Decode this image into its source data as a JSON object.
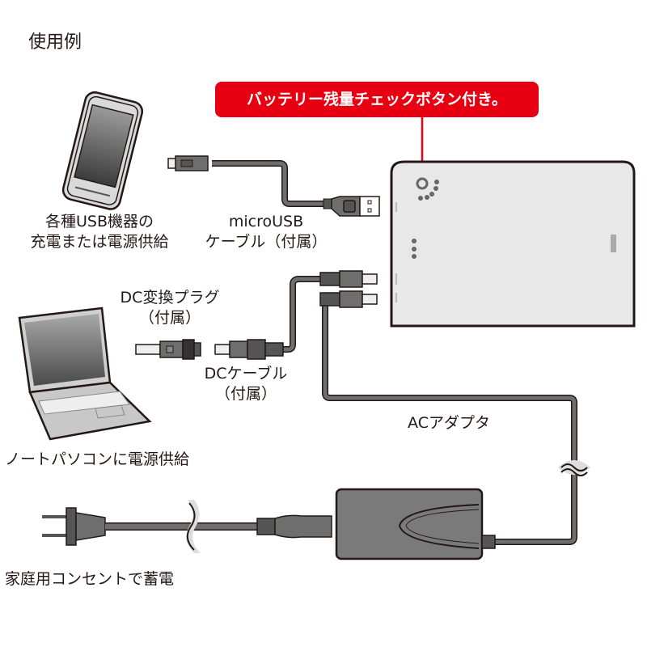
{
  "title": "使用例",
  "callout": {
    "text": "バッテリー残量チェックボタン付き。",
    "color": "#e60012"
  },
  "labels": {
    "usb_devices_line1": "各種USB機器の",
    "usb_devices_line2": "充電または電源供給",
    "micro_usb_line1": "microUSB",
    "micro_usb_line2": "ケーブル（付属）",
    "dc_plug_line1": "DC変換プラグ",
    "dc_plug_line2": "（付属）",
    "dc_cable_line1": "DCケーブル",
    "dc_cable_line2": "（付属）",
    "ac_adapter": "ACアダプタ",
    "laptop_power": "ノートパソコンに電源供給",
    "home_outlet": "家庭用コンセントで蓄電"
  },
  "colors": {
    "cable": "#6e6e6e",
    "outline": "#231815",
    "device_body": "#e8e8e8",
    "adapter_body": "#7a7a7a"
  }
}
